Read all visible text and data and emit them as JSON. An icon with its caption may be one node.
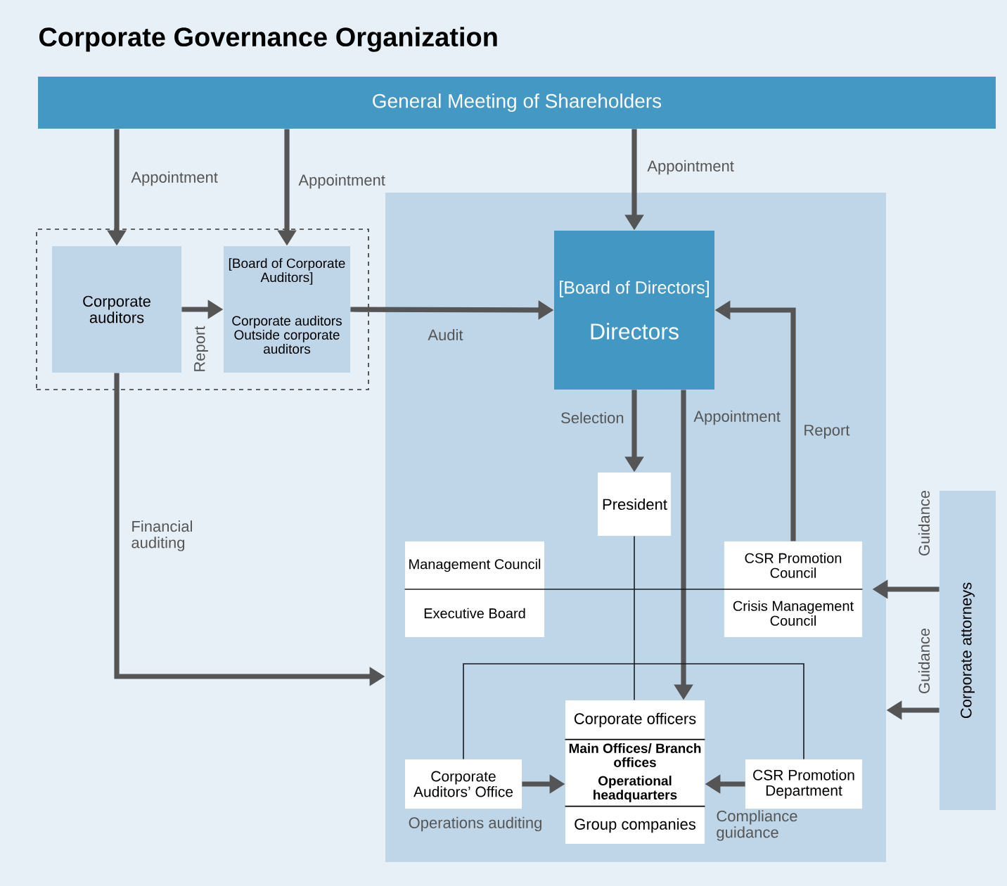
{
  "diagram": {
    "title": "Corporate Governance Organization",
    "nodes": [
      {
        "text": [
          "General Meeting of Shareholders"
        ]
      },
      {
        "text": [],
        "shape": "box"
      },
      {
        "text": [
          "Corporate auditors"
        ],
        "in": 1
      },
      {
        "text": [
          "[Board of Corporate Auditors]",
          "Corporate auditors Outside corporate auditors"
        ],
        "in": 1
      },
      {
        "text": [],
        "shape": "box"
      },
      {
        "text": [
          "[Board of Directors]",
          "Directors"
        ],
        "in": 4
      },
      {
        "text": [
          "President"
        ],
        "in": 4
      },
      {
        "text": [
          "Management Council",
          "Executive Board"
        ],
        "in": 4
      },
      {
        "text": [
          "CSR Promotion Council",
          "Crisis Management Council"
        ],
        "in": 4
      },
      {
        "text": [
          "Corporate officers",
          "Main Offices/ Branch offices",
          "Operational headquarters",
          "Group companies"
        ],
        "in": 4
      },
      {
        "text": [
          "Corporate Auditors’ Office"
        ],
        "in": 4
      },
      {
        "text": [
          "CSR Promotion Department"
        ],
        "in": 4
      },
      {
        "text": [
          "Corporate attorneys"
        ]
      }
    ],
    "edges": [
      {
        "from": 0,
        "to": 2,
        "arrow": "to",
        "label": "Appointment"
      },
      {
        "from": 0,
        "to": 3,
        "arrow": "to",
        "label": "Appointment"
      },
      {
        "from": 0,
        "to": 5,
        "arrow": "to",
        "label": "Appointment"
      },
      {
        "from": 2,
        "to": 3,
        "arrow": "to",
        "label": "Report"
      },
      {
        "from": 3,
        "to": 5,
        "arrow": "to",
        "label": "Audit"
      },
      {
        "from": 5,
        "to": 6,
        "arrow": "to",
        "label": "Selection"
      },
      {
        "from": 5,
        "to": 9,
        "arrow": "to",
        "label": "Appointment"
      },
      {
        "from": 8,
        "to": 5,
        "arrow": "to",
        "label": "Report"
      },
      {
        "from": 12,
        "to": 8,
        "arrow": "to",
        "label": "Guidance"
      },
      {
        "from": 12,
        "to": 4,
        "arrow": "to",
        "label": "Guidance"
      },
      {
        "from": 2,
        "to": 4,
        "arrow": "to",
        "label": "Financial auditing"
      },
      {
        "from": 10,
        "to": 9,
        "arrow": "to",
        "label": "Operations auditing"
      },
      {
        "from": 11,
        "to": 9,
        "arrow": "to",
        "label": "Compliance guidance"
      },
      {
        "from": 6,
        "to": 9,
        "arrow": "none",
        "color": "#1a1a1a"
      },
      {
        "from": 10,
        "to": 11,
        "arrow": "none",
        "color": "#1a1a1a"
      },
      {
        "from": 7,
        "to": 8,
        "arrow": "none",
        "color": "#1a1a1a"
      }
    ]
  }
}
